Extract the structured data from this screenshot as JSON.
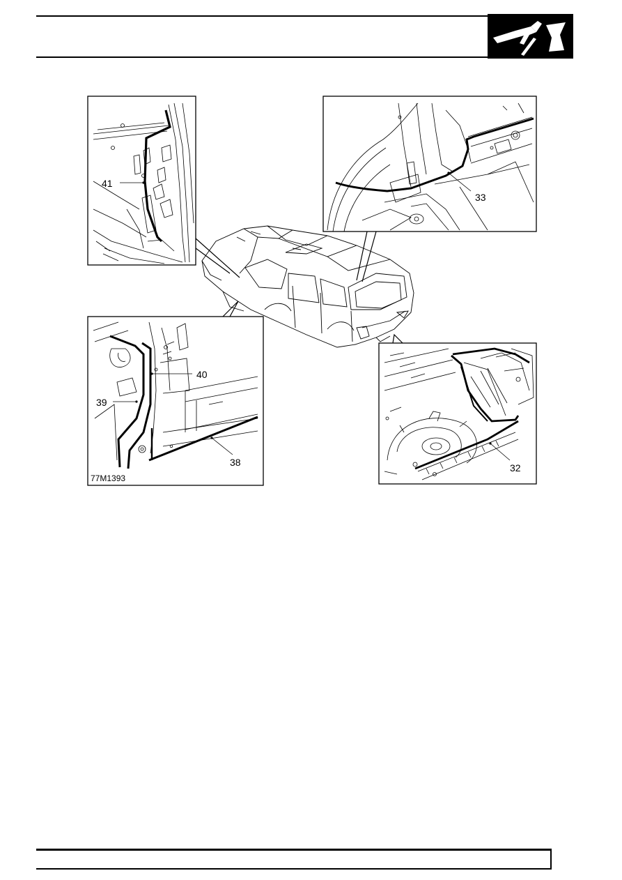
{
  "header": {
    "section_icon": "body-repair-hammer-icon"
  },
  "figure": {
    "reference_code": "77M1393",
    "callouts": {
      "c41": "41",
      "c33": "33",
      "c40": "40",
      "c39": "39",
      "c38": "38",
      "c32": "32"
    }
  },
  "footer": {
    "page_text": ""
  }
}
